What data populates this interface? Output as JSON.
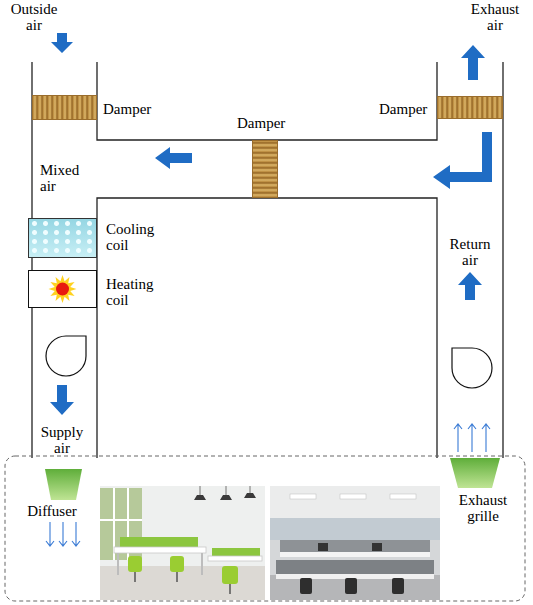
{
  "diagram": {
    "nodes": [
      {
        "text": [
          "Damper"
        ]
      },
      {
        "text": [
          "Damper"
        ]
      },
      {
        "text": [
          "Damper"
        ]
      },
      {
        "text": [
          "Cooling coil"
        ]
      },
      {
        "text": [
          "Heating coil"
        ]
      },
      {
        "text": [
          "Diffuser"
        ]
      },
      {
        "text": [
          "Exhaust grille"
        ]
      }
    ],
    "labels": [
      "Outside air",
      "Exhaust air",
      "Mixed air",
      "Return air",
      "Supply air"
    ]
  }
}
